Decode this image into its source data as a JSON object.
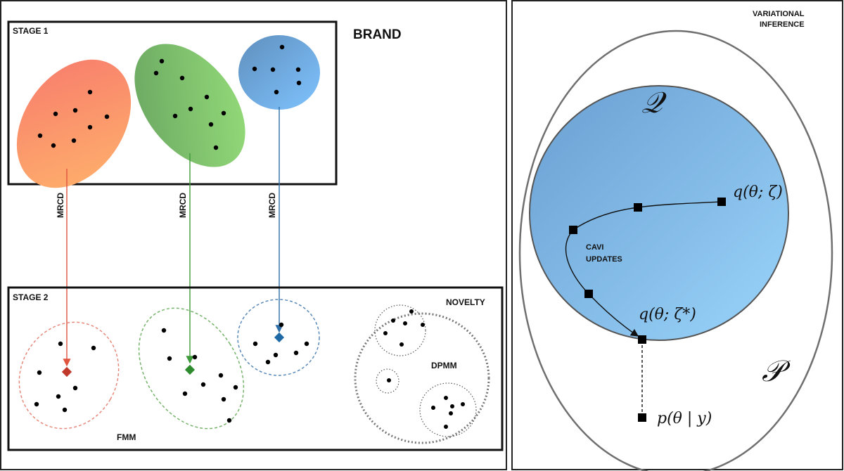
{
  "left_panel": {
    "stage1_label": "STAGE 1",
    "brand_label": "BRAND",
    "stage2_label": "STAGE 2",
    "novelty_label": "NOVELTY",
    "fmm_label": "FMM",
    "dpmm_label": "DPMM",
    "arrow_labels": [
      "MRCD",
      "MRCD",
      "MRCD"
    ]
  },
  "right_panel": {
    "title_line1": "VARIATIONAL",
    "title_line2": "INFERENCE",
    "q_family": "𝒬",
    "p_family": "𝒫",
    "cavi_line1": "CAVI",
    "cavi_line2": "UPDATES",
    "q_start": "q(θ; ζ)",
    "q_opt": "q(θ; ζ*)",
    "posterior": "p(θ | y)"
  },
  "colors": {
    "red": "#e0533f",
    "green": "#3f9a3a",
    "blue": "#2f6fa8",
    "q_fill_top": "#6da3d6",
    "q_fill_bottom": "#8ec9f2"
  }
}
